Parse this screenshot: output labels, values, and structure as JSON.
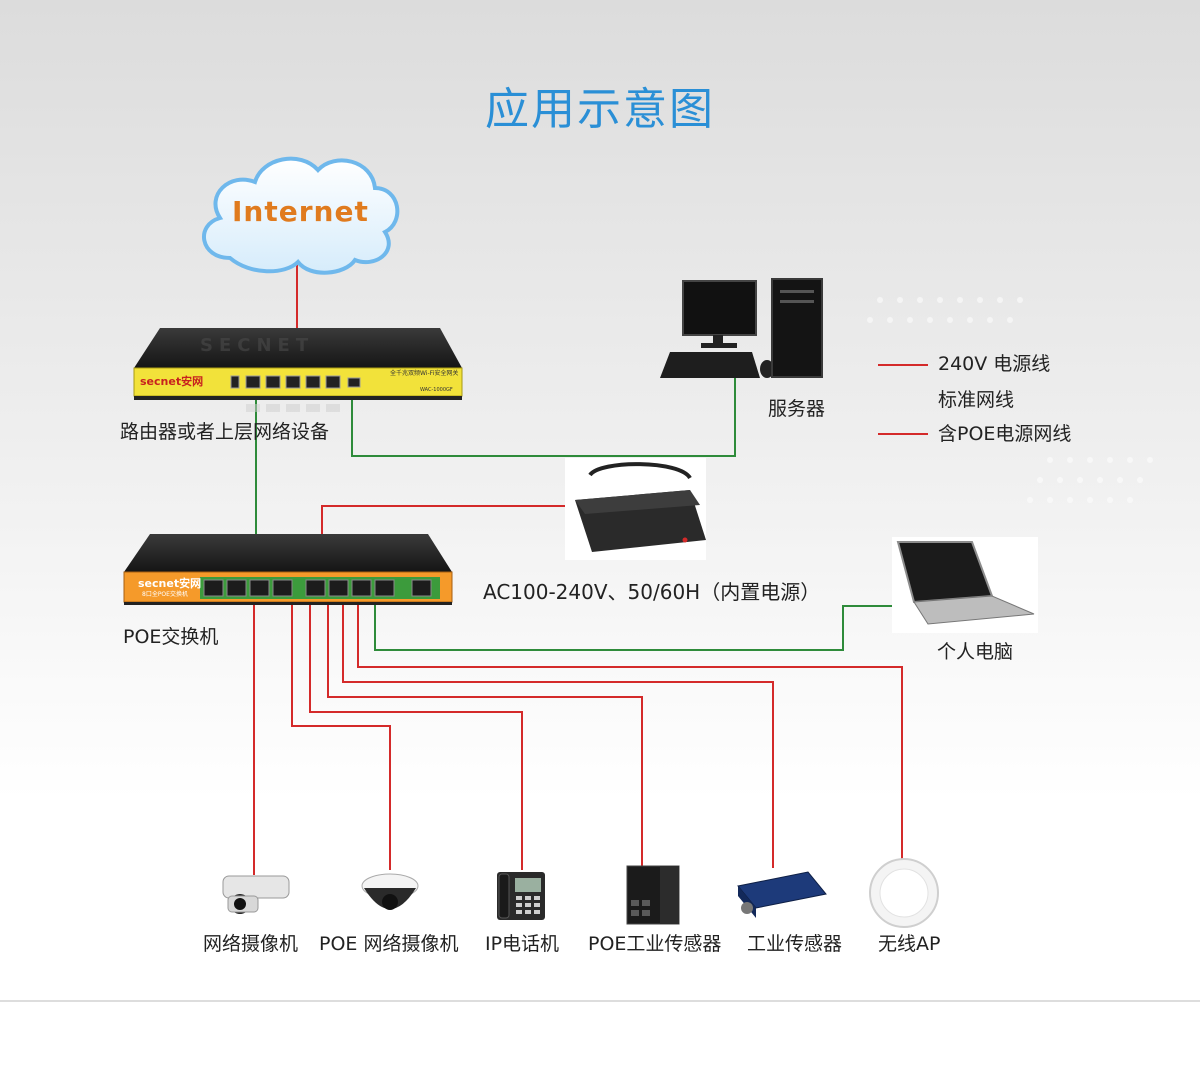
{
  "title": "应用示意图",
  "cloud_label": "Internet",
  "brand_mark": "SECNET",
  "router": {
    "brand": "secnet安网",
    "model_text": "全千兆双频Wi-Fi安全网关",
    "model_code": "WAC-1000GF",
    "label": "路由器或者上层网络设备"
  },
  "switch": {
    "brand": "secnet安网",
    "subtext": "8口全POE交换机",
    "label": "POE交换机"
  },
  "server_label": "服务器",
  "adapter_label": "AC100-240V、50/60H（内置电源）",
  "laptop_label": "个人电脑",
  "legend": [
    {
      "text": "240V 电源线",
      "color": "#d42a2a"
    },
    {
      "text": "标准网线",
      "color": "#2e8b3a"
    },
    {
      "text": "含POE电源网线",
      "color": "#d42a2a"
    }
  ],
  "devices": [
    {
      "label": "网络摄像机",
      "icon": "bullet-camera-icon"
    },
    {
      "label": "POE 网络摄像机",
      "icon": "dome-camera-icon"
    },
    {
      "label": "IP电话机",
      "icon": "ip-phone-icon"
    },
    {
      "label": "POE工业传感器",
      "icon": "industrial-switch-icon"
    },
    {
      "label": "工业传感器",
      "icon": "industrial-sensor-icon"
    },
    {
      "label": "无线AP",
      "icon": "wireless-ap-icon"
    }
  ],
  "colors": {
    "title": "#2a8fd6",
    "power_line": "#d42a2a",
    "network_line": "#2e8b3a",
    "router_panel": "#f2e23a",
    "switch_panel": "#f59a2a"
  }
}
